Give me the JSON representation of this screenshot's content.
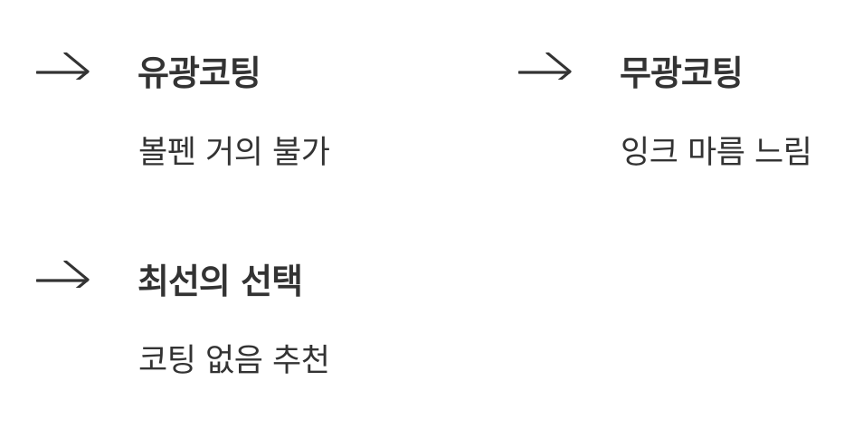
{
  "items": [
    {
      "title": "유광코팅",
      "description": "볼펜 거의 불가",
      "icon": "arrow-right-icon"
    },
    {
      "title": "무광코팅",
      "description": "잉크 마름 느림",
      "icon": "arrow-right-icon"
    },
    {
      "title": "최선의 선택",
      "description": "코팅 없음 추천",
      "icon": "arrow-right-icon"
    }
  ],
  "colors": {
    "text": "#333333",
    "background": "#ffffff"
  }
}
